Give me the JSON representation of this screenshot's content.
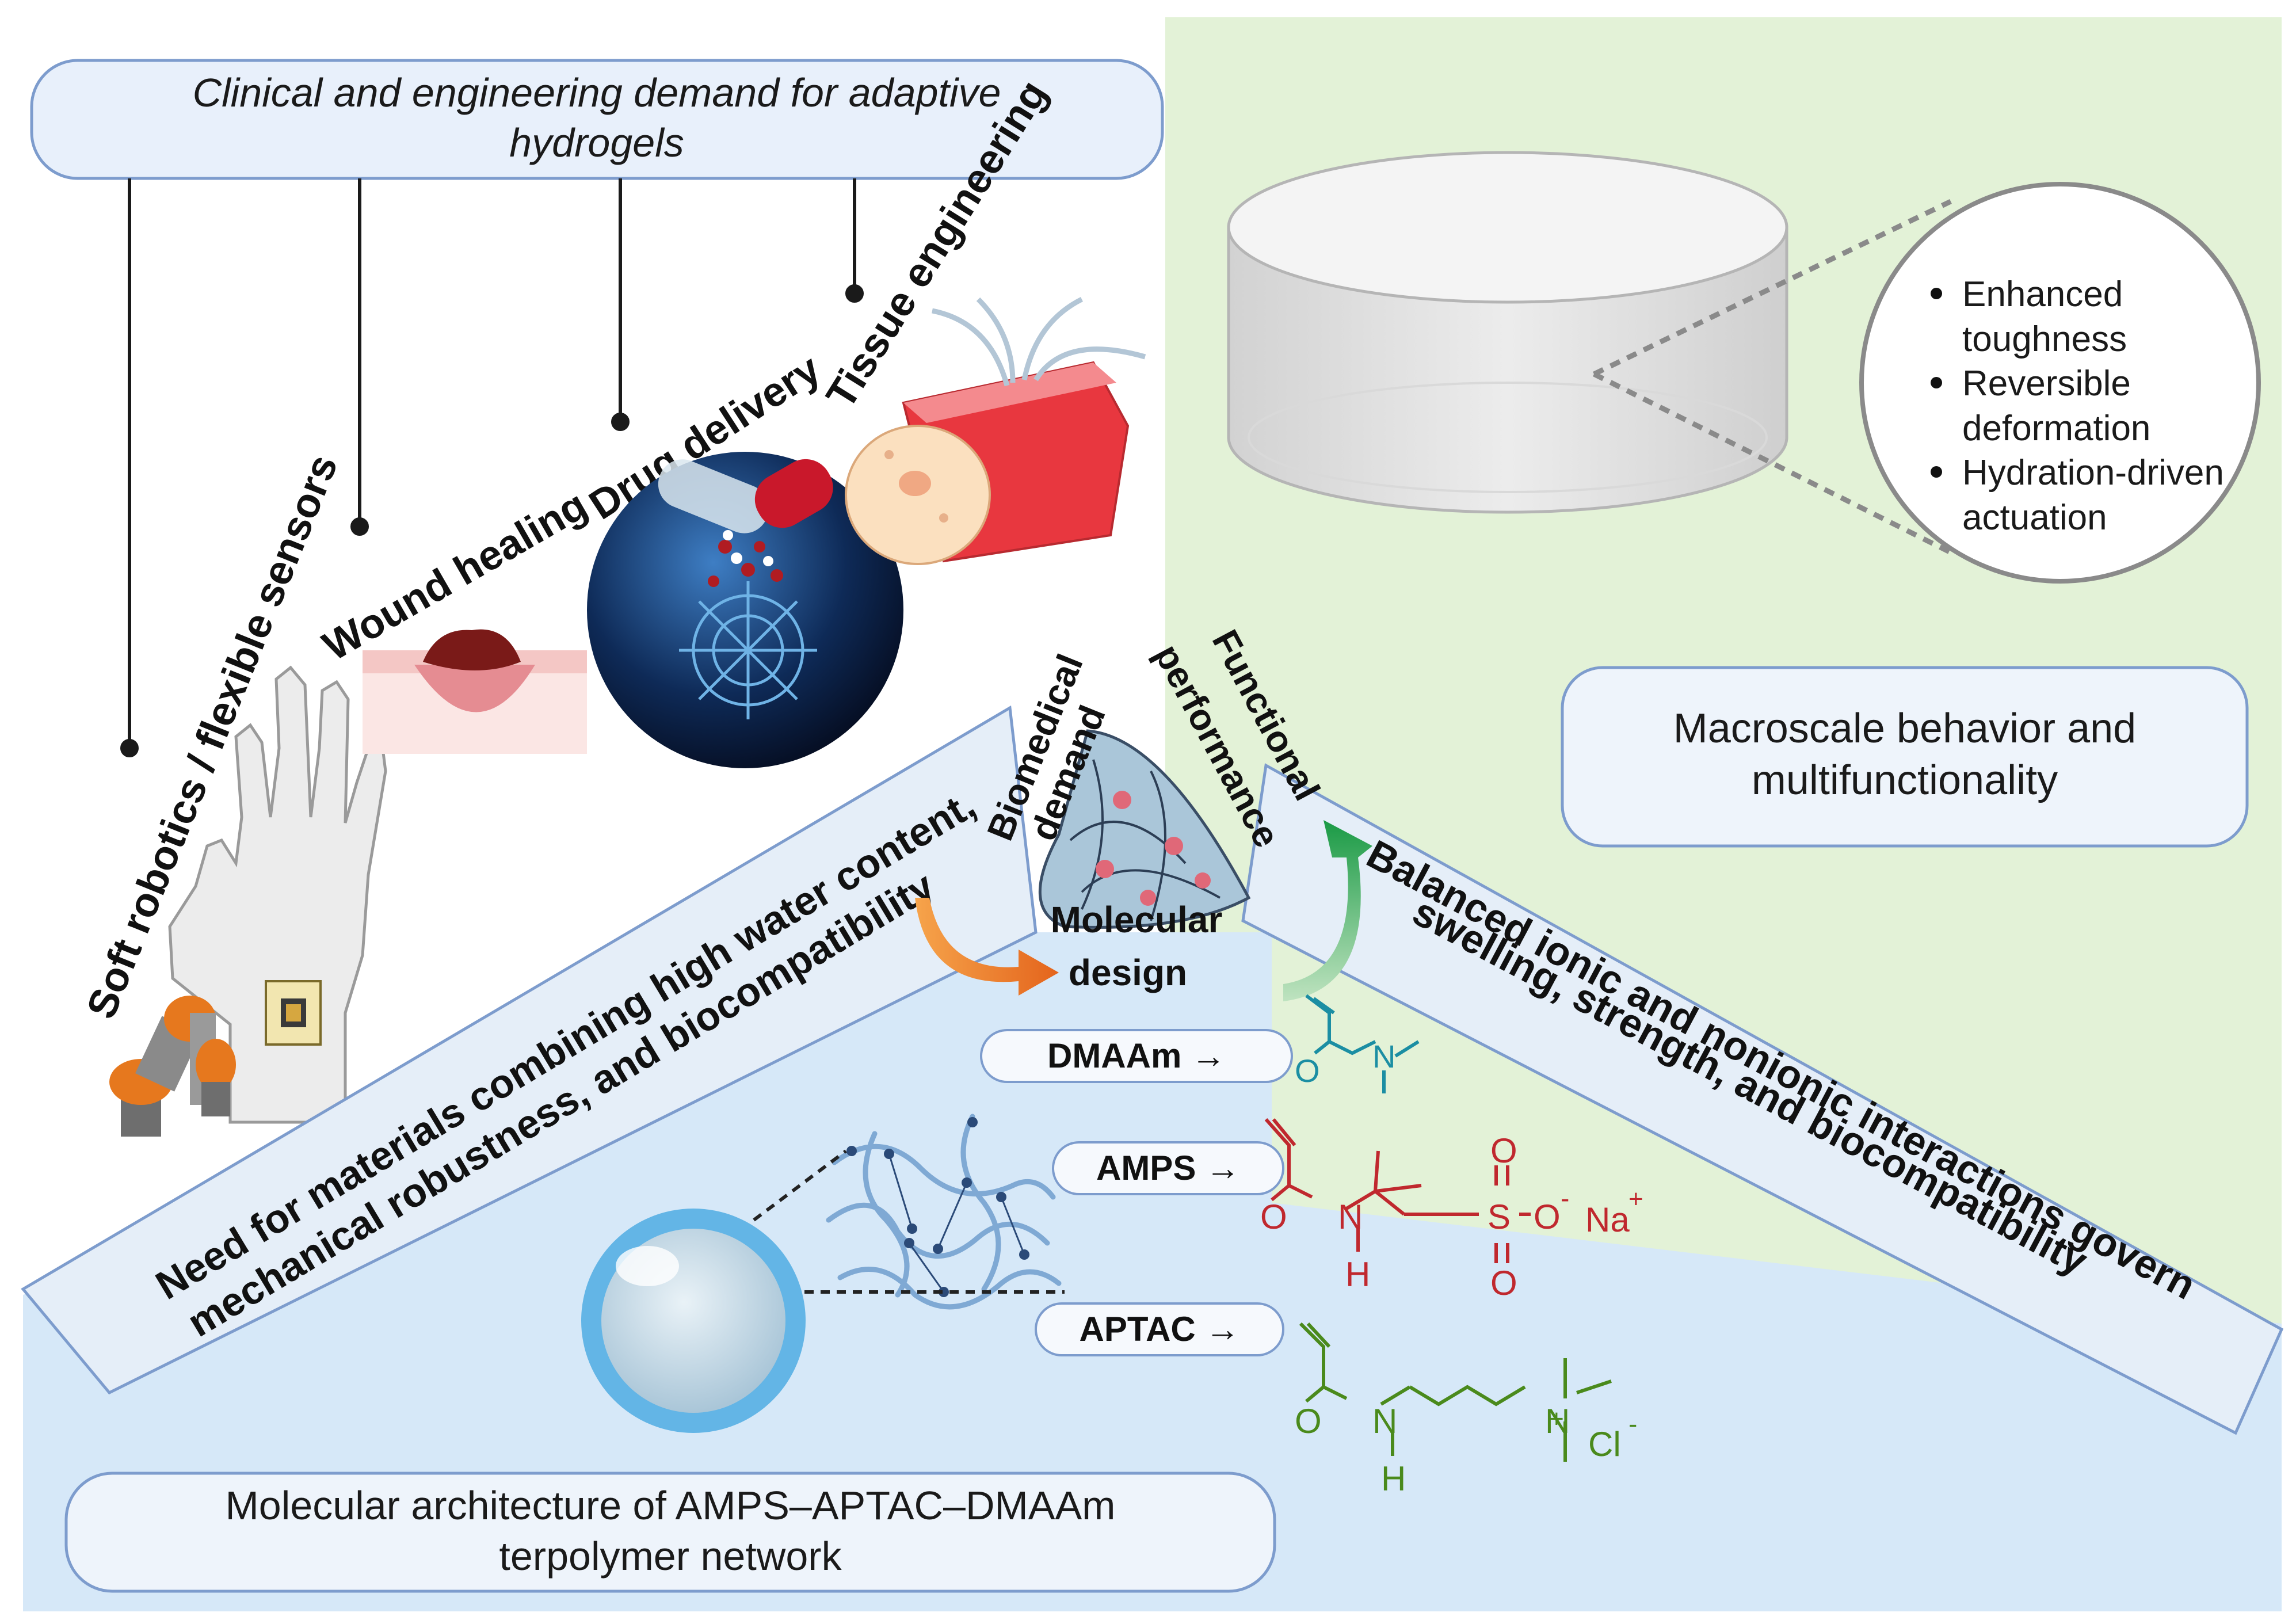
{
  "top_banner": {
    "line1": "Clinical and engineering demand for adaptive",
    "line2": "hydrogels"
  },
  "applications": {
    "soft_robotics": "Soft robotics / flexible sensors",
    "wound_healing": "Wound healing",
    "drug_delivery": "Drug delivery",
    "tissue_engineering": "Tissue engineering"
  },
  "center": {
    "biomedical_1": "Biomedical",
    "biomedical_2": "demand",
    "functional_1": "Functional",
    "functional_2": "performance",
    "molecular_1": "Molecular",
    "molecular_2": "design"
  },
  "left_ribbon": {
    "line1": "Need for materials combining high water content,",
    "line2": "mechanical robustness, and biocompatibility"
  },
  "right_ribbon": {
    "line1": "Balanced ionic and nonionic interactions govern",
    "line2": "swelling, strength, and biocompatibility"
  },
  "properties": {
    "item1_a": "Enhanced",
    "item1_b": "toughness",
    "item2_a": "Reversible",
    "item2_b": "deformation",
    "item3_a": "Hydration-driven",
    "item3_b": "actuation"
  },
  "macro_box": {
    "line1": "Macroscale behavior and",
    "line2": "multifunctionality"
  },
  "monomers": {
    "dmaam": "DMAAm →",
    "amps": "AMPS →",
    "aptac": "APTAC →"
  },
  "chem_labels": {
    "O": "O",
    "N": "N",
    "H": "H",
    "S": "S",
    "minus": "-",
    "Na": "Na",
    "plus": "+",
    "Cl": "Cl"
  },
  "colors": {
    "dmaam": "#1b8ea3",
    "amps": "#c0282e",
    "aptac": "#4a8a1c",
    "green_bg": "#e3f2d7",
    "blue_bg": "#d6e8f8"
  },
  "bottom_box": {
    "line1": "Molecular architecture of AMPS–APTAC–DMAAm",
    "line2": "terpolymer network"
  }
}
